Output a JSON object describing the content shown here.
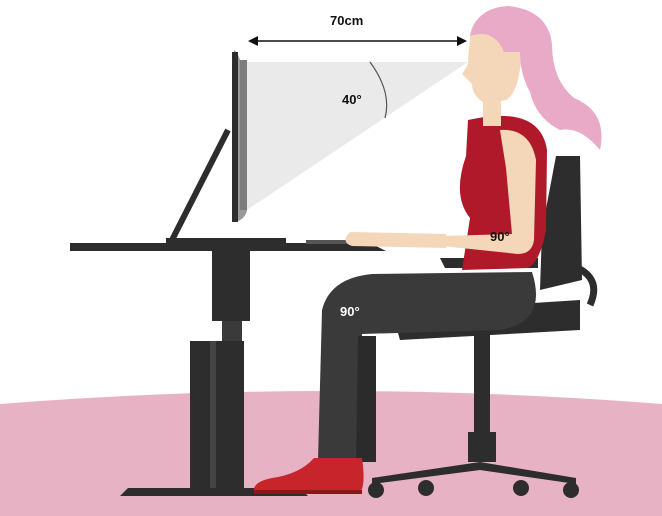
{
  "labels": {
    "viewing_distance": "70cm",
    "viewing_angle": "40°",
    "elbow_angle": "90°",
    "knee_angle": "90°"
  },
  "colors": {
    "floor": "#e7b3c4",
    "furniture": "#2d2d2d",
    "shirt": "#b0192a",
    "trousers": "#3a3a3a",
    "skin": "#f3d7b8",
    "hair": "#e9aac8",
    "shoes": "#c8242c",
    "screen_light": "#f0f0f0"
  },
  "icons": [
    "monitor-icon",
    "person-icon",
    "desk-icon",
    "chair-icon"
  ]
}
